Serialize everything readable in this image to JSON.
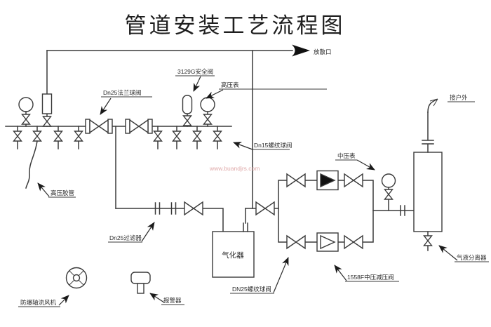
{
  "title": "管道安装工艺流程图",
  "watermark": "www.buandjrs.com",
  "colors": {
    "line": "#3a3a3a",
    "text": "#2b2b2b",
    "watermark": "#dfa8a8",
    "filled_symbol": "#111111",
    "background": "#ffffff"
  },
  "labels": {
    "vent_outlet": "放散口",
    "safety_valve": "3129G安全阀",
    "high_pressure_gauge": "高压表",
    "dn25_flange_ball_valve": "Dn25法兰球阀",
    "dn15_thread_ball_valve": "Dn15螺纹球阀",
    "high_pressure_hose": "高压胶管",
    "dn25_filter": "Dn25过滤器",
    "vaporizer": "气化器",
    "medium_pressure_gauge": "中压表",
    "to_outdoor": "接户外",
    "dn25_thread_ball_valve": "DN25螺纹球阀",
    "regulator_1558f": "1558F中压减压阀",
    "gas_liquid_separator": "气液分离器",
    "explosion_proof_axial_fan": "防爆轴流风机",
    "alarm": "报警器"
  }
}
